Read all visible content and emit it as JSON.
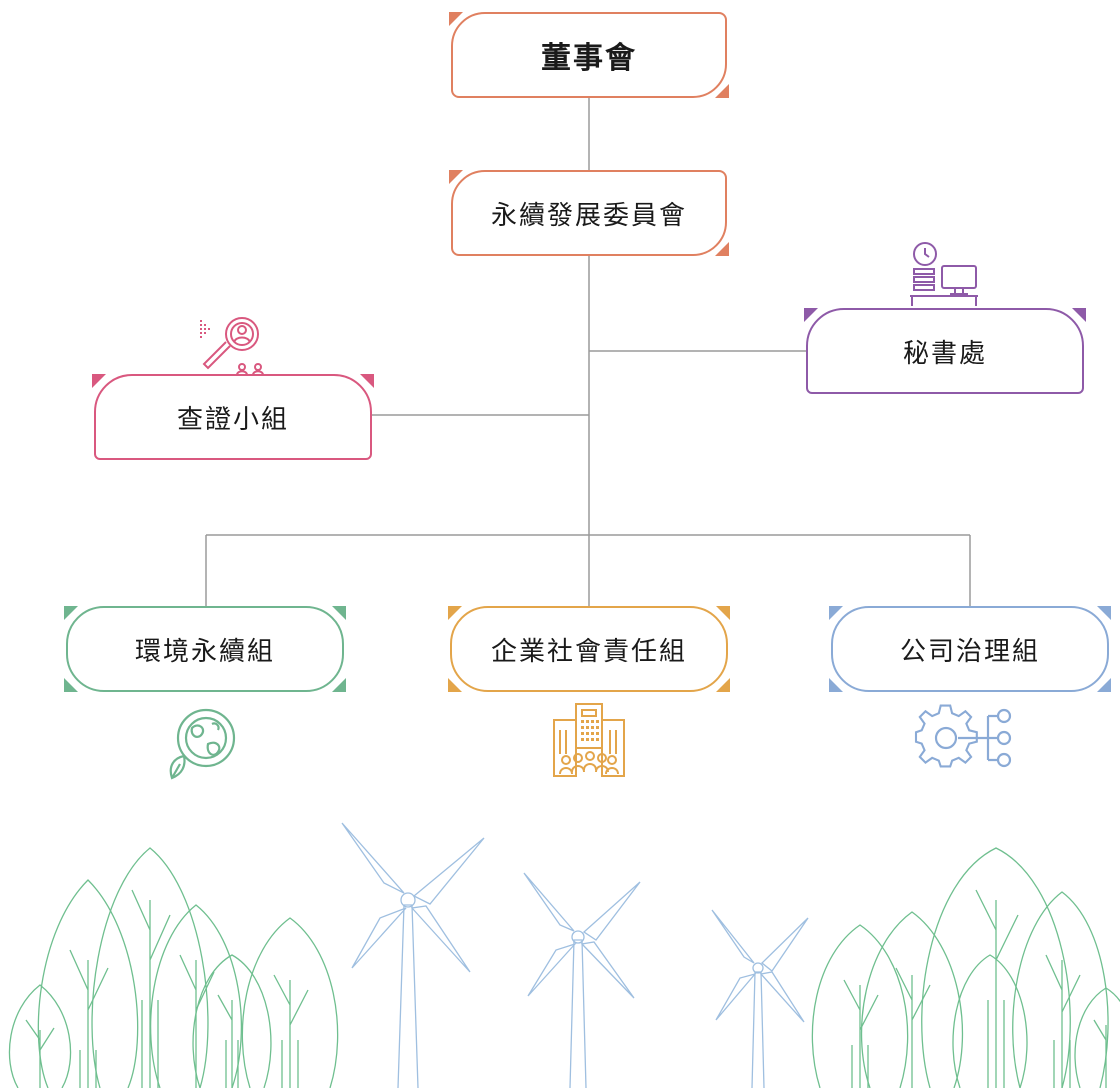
{
  "org_chart": {
    "nodes": {
      "board": {
        "label": "董事會"
      },
      "sustainability_committee": {
        "label": "永續發展委員會"
      },
      "audit_team": {
        "label": "查證小組"
      },
      "secretariat": {
        "label": "秘書處"
      },
      "environment_team": {
        "label": "環境永續組"
      },
      "csr_team": {
        "label": "企業社會責任組"
      },
      "governance_team": {
        "label": "公司治理組"
      }
    },
    "edges": [
      [
        "board",
        "sustainability_committee"
      ],
      [
        "sustainability_committee",
        "audit_team"
      ],
      [
        "sustainability_committee",
        "secretariat"
      ],
      [
        "sustainability_committee",
        "environment_team"
      ],
      [
        "sustainability_committee",
        "csr_team"
      ],
      [
        "sustainability_committee",
        "governance_team"
      ]
    ]
  },
  "colors": {
    "orange": "#e08060",
    "pink": "#d9587f",
    "purple": "#8e5aa8",
    "green": "#6fb58f",
    "amber": "#e3a54a",
    "blue": "#8aaad6",
    "connector": "#9a9a9a",
    "tree": "#6fbf8f",
    "turbine": "#9fbfe0"
  },
  "icons": {
    "audit_team": "magnifier-people-icon",
    "secretariat": "clock-desk-computer-icon",
    "environment_team": "globe-leaf-icon",
    "csr_team": "building-people-icon",
    "governance_team": "gear-network-icon"
  }
}
